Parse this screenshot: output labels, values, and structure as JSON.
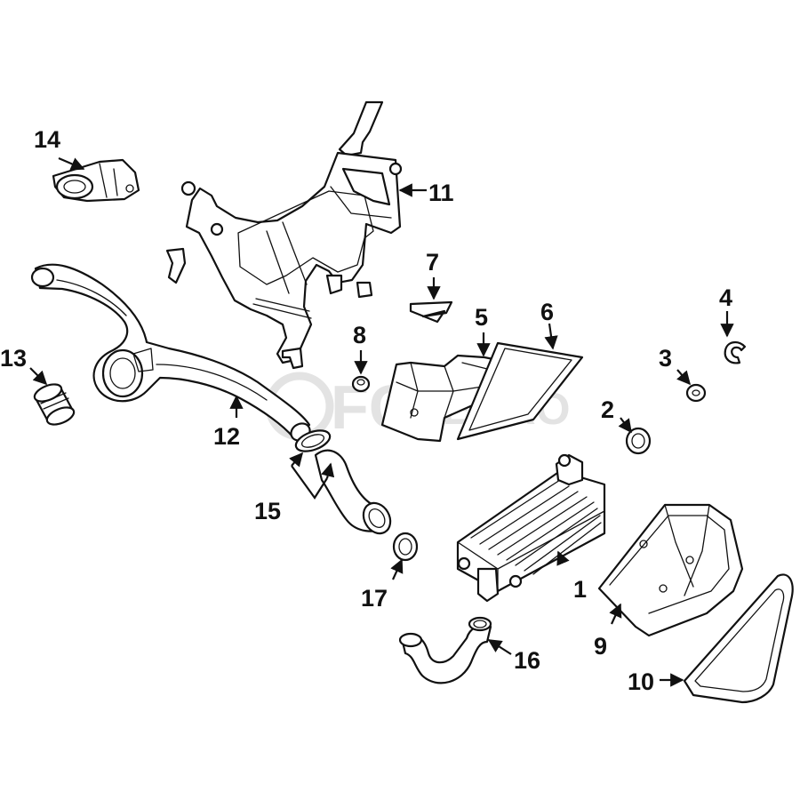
{
  "watermark": {
    "brand": "FCP",
    "suffix": "EURO"
  },
  "colors": {
    "line": "#111111",
    "background": "#ffffff",
    "watermark": "#e3e3e3"
  },
  "callouts": {
    "p1": "1",
    "p2": "2",
    "p3": "3",
    "p4": "4",
    "p5": "5",
    "p6": "6",
    "p7": "7",
    "p8": "8",
    "p9": "9",
    "p10": "10",
    "p11": "11",
    "p12": "12",
    "p13": "13",
    "p14": "14",
    "p15": "15",
    "p16": "16",
    "p17": "17"
  }
}
